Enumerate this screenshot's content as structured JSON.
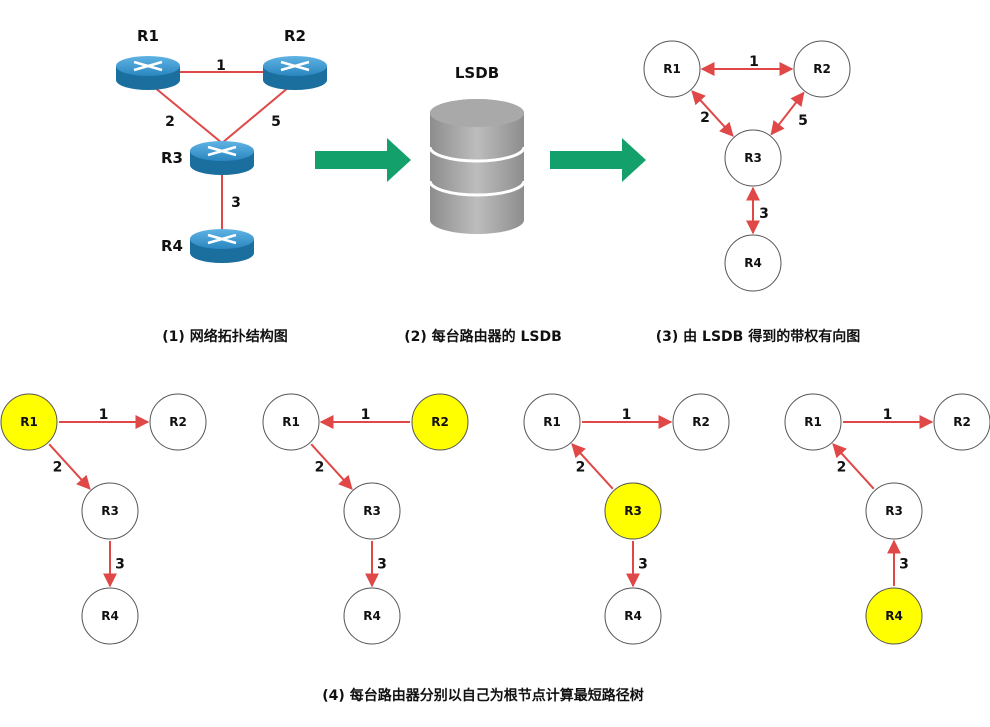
{
  "topology": {
    "routers": [
      {
        "id": "R1",
        "label": "R1"
      },
      {
        "id": "R2",
        "label": "R2"
      },
      {
        "id": "R3",
        "label": "R3"
      },
      {
        "id": "R4",
        "label": "R4"
      }
    ],
    "links": [
      {
        "from": "R1",
        "to": "R2",
        "weight": "1"
      },
      {
        "from": "R1",
        "to": "R3",
        "weight": "2"
      },
      {
        "from": "R2",
        "to": "R3",
        "weight": "5"
      },
      {
        "from": "R3",
        "to": "R4",
        "weight": "3"
      }
    ]
  },
  "lsdb": {
    "label": "LSDB"
  },
  "directed_graph": {
    "nodes": [
      "R1",
      "R2",
      "R3",
      "R4"
    ],
    "edges": [
      {
        "from": "R1",
        "to": "R2",
        "weight": "1"
      },
      {
        "from": "R1",
        "to": "R3",
        "weight": "2"
      },
      {
        "from": "R2",
        "to": "R3",
        "weight": "5"
      },
      {
        "from": "R3",
        "to": "R4",
        "weight": "3"
      }
    ]
  },
  "trees": [
    {
      "root": "R1",
      "nodes": [
        "R1",
        "R2",
        "R3",
        "R4"
      ],
      "edges": [
        {
          "from": "R1",
          "to": "R2",
          "weight": "1"
        },
        {
          "from": "R1",
          "to": "R3",
          "weight": "2"
        },
        {
          "from": "R3",
          "to": "R4",
          "weight": "3"
        }
      ]
    },
    {
      "root": "R2",
      "nodes": [
        "R1",
        "R2",
        "R3",
        "R4"
      ],
      "edges": [
        {
          "from": "R2",
          "to": "R1",
          "weight": "1"
        },
        {
          "from": "R1",
          "to": "R3",
          "weight": "2"
        },
        {
          "from": "R3",
          "to": "R4",
          "weight": "3"
        }
      ]
    },
    {
      "root": "R3",
      "nodes": [
        "R1",
        "R2",
        "R3",
        "R4"
      ],
      "edges": [
        {
          "from": "R1",
          "to": "R2",
          "weight": "1"
        },
        {
          "from": "R3",
          "to": "R1",
          "weight": "2"
        },
        {
          "from": "R3",
          "to": "R4",
          "weight": "3"
        }
      ]
    },
    {
      "root": "R4",
      "nodes": [
        "R1",
        "R2",
        "R3",
        "R4"
      ],
      "edges": [
        {
          "from": "R1",
          "to": "R2",
          "weight": "1"
        },
        {
          "from": "R3",
          "to": "R1",
          "weight": "2"
        },
        {
          "from": "R4",
          "to": "R3",
          "weight": "3"
        }
      ]
    }
  ],
  "captions": {
    "c1": "(1)  网络拓扑结构图",
    "c2": "(2)  每台路由器的 LSDB",
    "c3": "(3)  由 LSDB 得到的带权有向图",
    "c4": "(4)  每台路由器分别以自己为根节点计算最短路径树"
  },
  "colors": {
    "edge": "#e04848",
    "root": "#ffff00",
    "node_fill": "#ffffff",
    "node_stroke": "#555555",
    "big_arrow": "#13a06a",
    "router_blue": "#1f7eb4",
    "db_gray": "#9a9a9a"
  },
  "icons": {
    "router": "router-icon",
    "database": "database-icon",
    "arrow": "right-arrow-icon"
  }
}
